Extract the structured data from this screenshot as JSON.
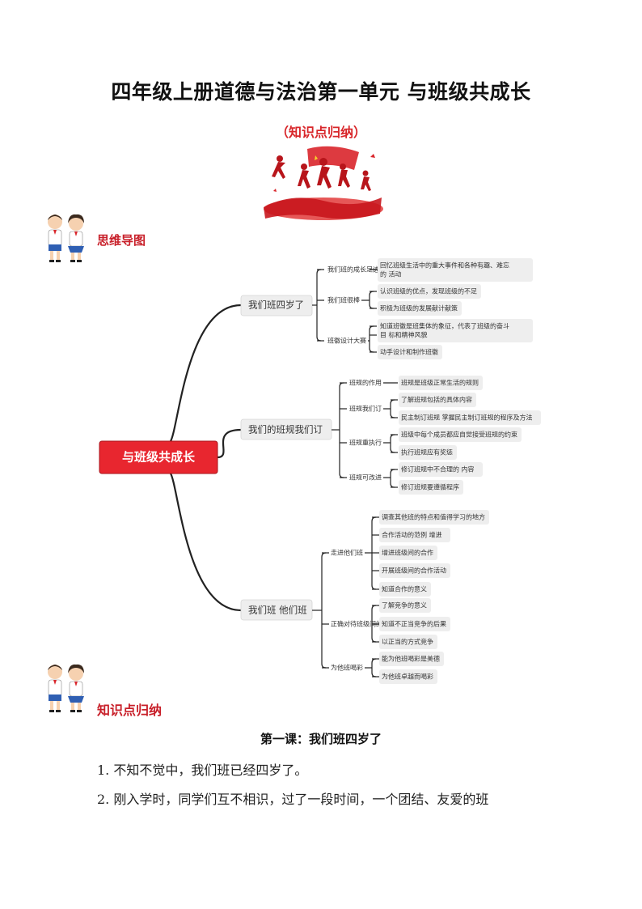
{
  "title": "四年级上册道德与法治第一单元  与班级共成长",
  "subtitle": "（知识点归纳）",
  "section_mindmap": "思维导图",
  "section_knowledge": "知识点归纳",
  "mindmap": {
    "root": "与班级共成长",
    "branches": [
      {
        "label": "我们班四岁了",
        "subs": [
          {
            "label": "我们班的成长足迹",
            "leaves": [
              "回忆班级生活中的重大事件和各种有趣、难忘",
              "的 活动"
            ]
          },
          {
            "label": "我们班很棒",
            "leaves": [
              "认识班级的优点，发现班级的不足",
              "积极为班级的发展献计献策"
            ]
          },
          {
            "label": "班徽设计大赛",
            "leaves": [
              "知道班徽是班集体的象征，代表了班级的奋斗",
              "目 标和精神风貌",
              "动手设计和制作班徽"
            ]
          }
        ]
      },
      {
        "label": "我们的班规我们订",
        "subs": [
          {
            "label": "班规的作用",
            "leaves": [
              "班规是班级正常生活的规则"
            ]
          },
          {
            "label": "班规我们订",
            "leaves": [
              "了解班规包括的具体内容",
              "民主制订班规 掌握民主制订班规的程序及方法"
            ]
          },
          {
            "label": "班规重执行",
            "leaves": [
              "班级中每个成员都应自觉接受班规的约束",
              "执行班规应有奖惩"
            ]
          },
          {
            "label": "班规可改进",
            "leaves": [
              "修订班规中不合理的 内容",
              "修订班规要遵循程序"
            ]
          }
        ]
      },
      {
        "label": "我们班 他们班",
        "subs": [
          {
            "label": "走进他们班",
            "leaves": [
              "调查其他班的特点和值得学习的地方",
              "合作活动的范例 增进",
              "增进班级间的合作",
              "开展班级间的合作活动",
              "知道合作的意义"
            ]
          },
          {
            "label": "正确对待班级间的竞争",
            "leaves": [
              "了解竞争的意义",
              "知道不正当竞争的后果",
              "以正当的方式竞争"
            ]
          },
          {
            "label": "为他班喝彩",
            "leaves": [
              "能为他班喝彩是美德",
              "为他班卓越而喝彩"
            ]
          }
        ]
      }
    ]
  },
  "lesson1_title": "第一课：我们班四岁了",
  "paragraphs": [
    "1. 不知不觉中，我们班已经四岁了。",
    "2. 刚入学时，同学们互不相识，过了一段时间，一个团结、友爱的班"
  ],
  "colors": {
    "accent_red": "#e8262f",
    "title_red": "#c8202a",
    "line": "#222222",
    "node_bg": "#eeeeee"
  }
}
